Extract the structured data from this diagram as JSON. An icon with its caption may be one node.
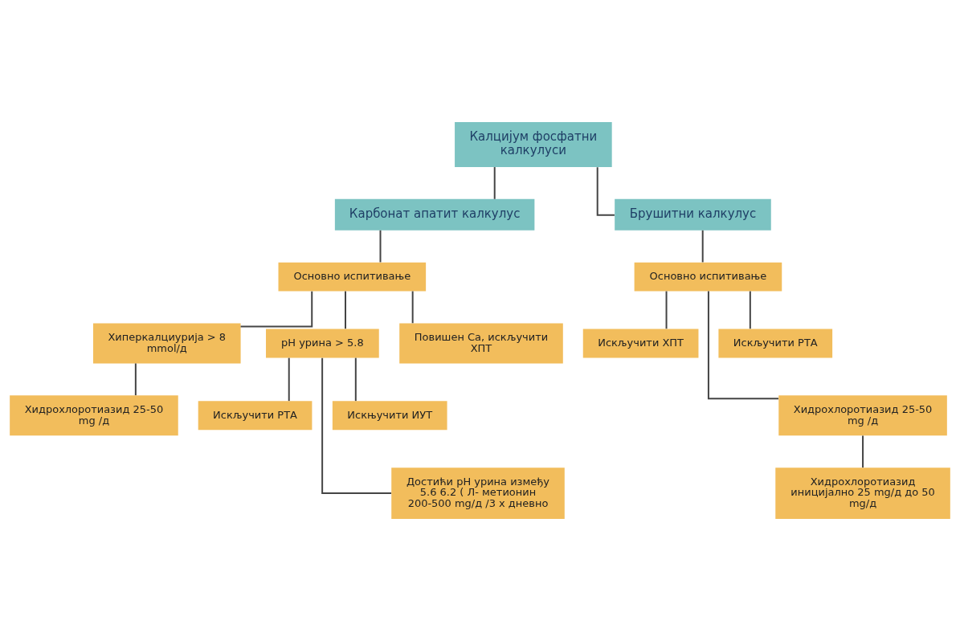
{
  "diagram": {
    "nodes": [
      {
        "text": [
          "Калцијум фосфатни калкулуси"
        ]
      },
      {
        "text": [
          "Карбонат апатит калкулус"
        ]
      },
      {
        "text": [
          "Брушитни калкулус"
        ]
      },
      {
        "text": [
          "Основно испитивање"
        ]
      },
      {
        "text": [
          "Хиперкалциурија > 8 mmol/д"
        ]
      },
      {
        "text": [
          "pH урина > 5.8"
        ]
      },
      {
        "text": [
          "Повишен Ca, искључити ХПТ"
        ]
      },
      {
        "text": [
          "Хидрохлоротиазид 25-50 mg /д"
        ]
      },
      {
        "text": [
          "Искључити РТА"
        ]
      },
      {
        "text": [
          "Искњучити ИУТ"
        ]
      },
      {
        "text": [
          "Достићи pH урина између 5.6 6.2 ( Л- метионин 200-500 mg/д /3 х дневно"
        ]
      },
      {
        "text": [
          "Основно испитивање"
        ]
      },
      {
        "text": [
          "Искључити ХПТ"
        ]
      },
      {
        "text": [
          "Искључити РТА"
        ]
      },
      {
        "text": [
          "Хидрохлоротиазид 25-50 mg /д"
        ]
      },
      {
        "text": [
          "Хидрохлоротиазид иницијално 25 mg/д до 50 mg/д"
        ]
      }
    ],
    "edges": [
      {
        "from": 0,
        "to": 1,
        "arrow": "none"
      },
      {
        "from": 0,
        "to": 2,
        "arrow": "none"
      },
      {
        "from": 1,
        "to": 3,
        "arrow": "none"
      },
      {
        "from": 3,
        "to": 4,
        "arrow": "none"
      },
      {
        "from": 3,
        "to": 5,
        "arrow": "none"
      },
      {
        "from": 3,
        "to": 6,
        "arrow": "none"
      },
      {
        "from": 4,
        "to": 7,
        "arrow": "none"
      },
      {
        "from": 5,
        "to": 8,
        "arrow": "none"
      },
      {
        "from": 5,
        "to": 9,
        "arrow": "none"
      },
      {
        "from": 5,
        "to": 10,
        "arrow": "none"
      },
      {
        "from": 2,
        "to": 11,
        "arrow": "none"
      },
      {
        "from": 11,
        "to": 12,
        "arrow": "none"
      },
      {
        "from": 11,
        "to": 13,
        "arrow": "none"
      },
      {
        "from": 11,
        "to": 14,
        "arrow": "none"
      },
      {
        "from": 14,
        "to": 15,
        "arrow": "none"
      }
    ]
  }
}
